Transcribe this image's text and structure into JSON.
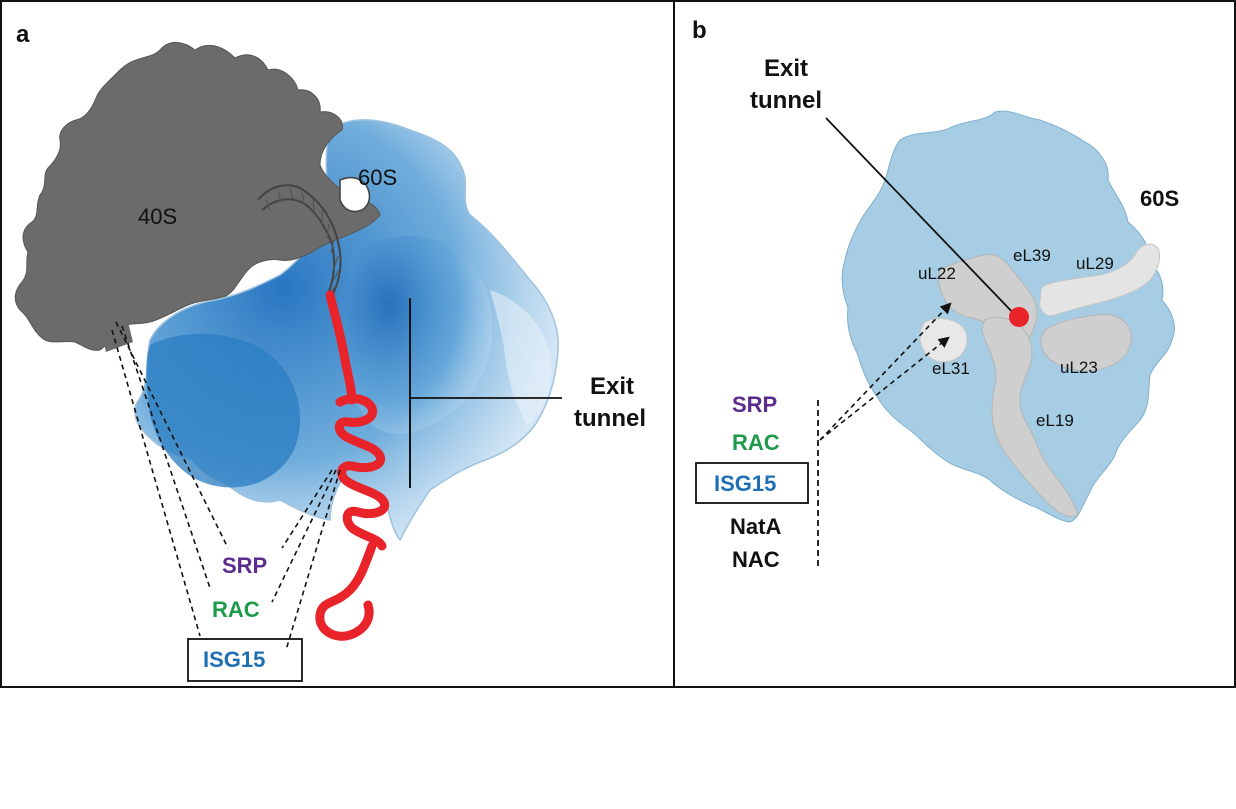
{
  "panel_a": {
    "label": "a",
    "subunit_small": "40S",
    "subunit_large": "60S",
    "exit_tunnel_line1": "Exit",
    "exit_tunnel_line2": "tunnel",
    "factors": {
      "srp": "SRP",
      "rac": "RAC",
      "isg15": "ISG15"
    }
  },
  "panel_b": {
    "label": "b",
    "subunit_large": "60S",
    "exit_tunnel_line1": "Exit",
    "exit_tunnel_line2": "tunnel",
    "proteins": {
      "ul22": "uL22",
      "el39": "eL39",
      "ul29": "uL29",
      "el31": "eL31",
      "ul23": "uL23",
      "el19": "eL19"
    },
    "factors": {
      "srp": "SRP",
      "rac": "RAC",
      "isg15": "ISG15",
      "nata": "NatA",
      "nac": "NAC"
    }
  },
  "colors": {
    "ribosome_40s": "#6b6b6b",
    "ribosome_60s": "#2f86c8",
    "ribosome_60s_light": "#a6cde3",
    "protein_grey": "#cfcfcf",
    "nascent_chain": "#e8232a",
    "srp": "#5b2c8d",
    "rac": "#1e9a4b",
    "isg15": "#1f6fb5",
    "text": "#111111"
  }
}
